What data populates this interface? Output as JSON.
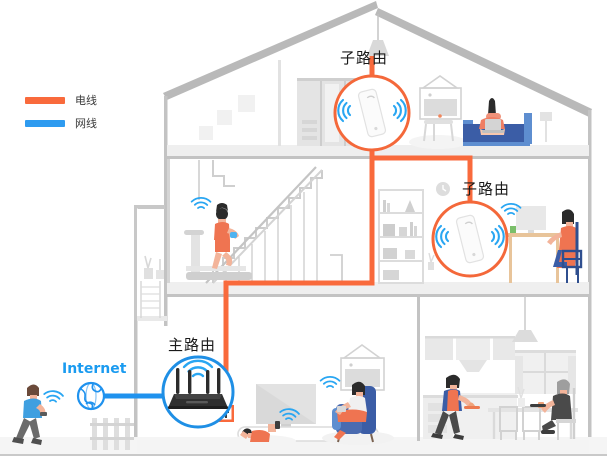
{
  "diagram": {
    "title": "Home mesh Wi-Fi wiring topology",
    "legend": {
      "items": [
        {
          "label": "电线",
          "meaning": "power-line",
          "color": "#f96a3c"
        },
        {
          "label": "网线",
          "meaning": "network-cable",
          "color": "#2e9bf0"
        }
      ]
    },
    "labels": {
      "sub_router_attic": "子路由",
      "sub_router_middle": "子路由",
      "main_router": "主路由",
      "internet": "Internet"
    },
    "colors": {
      "power_line": "#f96a3c",
      "network_cable": "#1f92ee",
      "wifi_wave": "#29a6f2",
      "main_ring": "#1f8fe5",
      "sub_ring": "#f4683a",
      "wall": "#b3b3b3",
      "floor": "#efefef",
      "furniture": "#d8d8d8",
      "sofa": "#3f61a8",
      "armchair": "#4a6bb0",
      "person_orange": "#f0764c",
      "text": "#1a1a1a"
    },
    "nodes": [
      {
        "name": "main-router",
        "label": "主路由",
        "type": "router",
        "floor": "ground",
        "ring": "blue"
      },
      {
        "name": "sub-router-attic",
        "label": "子路由",
        "type": "wifi-extender",
        "floor": "attic",
        "ring": "orange"
      },
      {
        "name": "sub-router-middle",
        "label": "子路由",
        "type": "wifi-extender",
        "floor": "middle",
        "ring": "orange"
      },
      {
        "name": "internet-globe",
        "label": "Internet",
        "type": "globe",
        "floor": "outdoor"
      }
    ],
    "links": [
      {
        "from": "internet-globe",
        "to": "main-router",
        "kind": "网线",
        "color": "#1f92ee"
      },
      {
        "from": "main-router",
        "to": "sub-router-attic",
        "kind": "电线",
        "color": "#f96a3c"
      },
      {
        "from": "main-router",
        "to": "sub-router-middle",
        "kind": "电线",
        "color": "#f96a3c"
      }
    ],
    "floors": [
      {
        "name": "attic",
        "items": [
          "pendant-lamp",
          "wardrobe",
          "picture-frame",
          "stool",
          "blue-sofa",
          "person-on-laptop",
          "floor-lamp"
        ]
      },
      {
        "name": "middle",
        "items": [
          "treadmill",
          "running-woman",
          "staircase",
          "bookshelf",
          "wall-clock",
          "desk",
          "monitor",
          "seated-woman",
          "plant"
        ]
      },
      {
        "name": "ground",
        "items": [
          "tv",
          "tv-stand",
          "child-with-phone",
          "armchair",
          "woman-with-tablet",
          "picture-frame",
          "kitchen-cabinets",
          "range-hood",
          "person-carrying-tray",
          "dining-table",
          "elderly-man",
          "window",
          "pendant-lamp"
        ]
      },
      {
        "name": "outdoor",
        "items": [
          "walking-man-with-phone",
          "picket-fence"
        ]
      }
    ]
  }
}
